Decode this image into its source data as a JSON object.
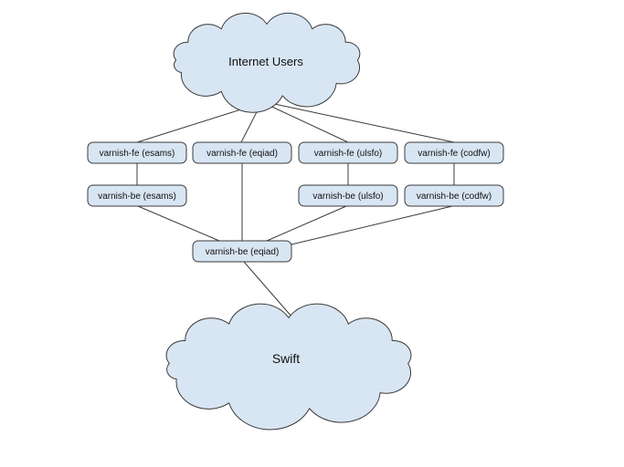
{
  "diagram": {
    "clouds": {
      "internet": {
        "label": "Internet Users"
      },
      "swift": {
        "label": "Swift"
      }
    },
    "nodes": {
      "fe_esams": {
        "label": "varnish-fe (esams)"
      },
      "fe_eqiad": {
        "label": "varnish-fe (eqiad)"
      },
      "fe_ulsfo": {
        "label": "varnish-fe (ulsfo)"
      },
      "fe_codfw": {
        "label": "varnish-fe (codfw)"
      },
      "be_esams": {
        "label": "varnish-be (esams)"
      },
      "be_ulsfo": {
        "label": "varnish-be (ulsfo)"
      },
      "be_codfw": {
        "label": "varnish-be (codfw)"
      },
      "be_eqiad": {
        "label": "varnish-be (eqiad)"
      }
    },
    "edges": [
      {
        "from": "internet",
        "to": "fe_esams"
      },
      {
        "from": "internet",
        "to": "fe_eqiad"
      },
      {
        "from": "internet",
        "to": "fe_ulsfo"
      },
      {
        "from": "internet",
        "to": "fe_codfw"
      },
      {
        "from": "fe_esams",
        "to": "be_esams"
      },
      {
        "from": "fe_eqiad",
        "to": "be_eqiad"
      },
      {
        "from": "fe_ulsfo",
        "to": "be_ulsfo"
      },
      {
        "from": "fe_codfw",
        "to": "be_codfw"
      },
      {
        "from": "be_esams",
        "to": "be_eqiad"
      },
      {
        "from": "be_ulsfo",
        "to": "be_eqiad"
      },
      {
        "from": "be_codfw",
        "to": "be_eqiad"
      },
      {
        "from": "be_eqiad",
        "to": "swift"
      }
    ],
    "colors": {
      "shape_fill": "#d8e5f3",
      "shape_stroke": "#3b3b3b",
      "edge_stroke": "#3b3b3b",
      "text": "#111111",
      "background": "#ffffff"
    }
  }
}
